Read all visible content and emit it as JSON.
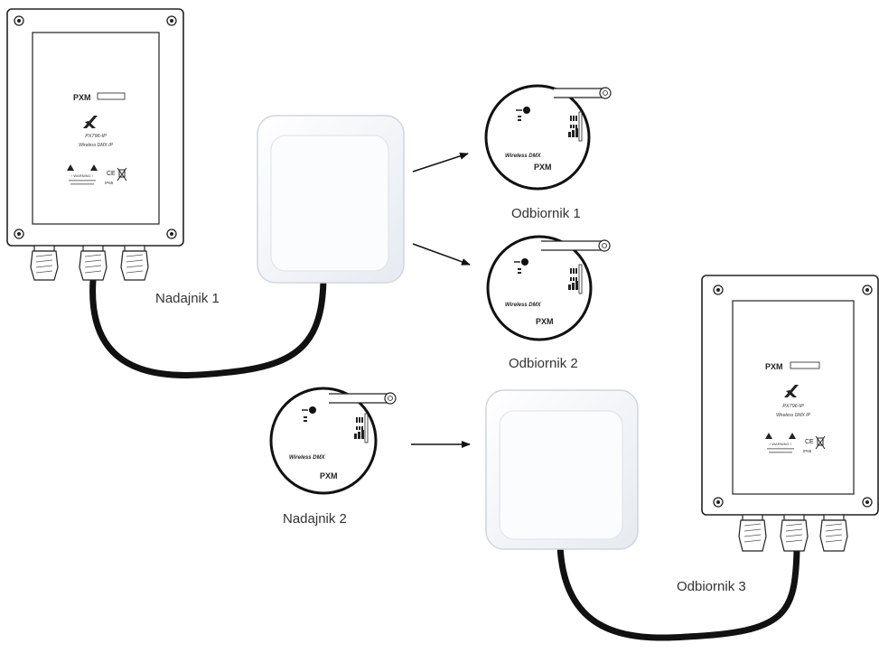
{
  "labels": {
    "nadajnik_1": "Nadajnik 1",
    "nadajnik_2": "Nadajnik 2",
    "odbiornik_1": "Odbiornik 1",
    "odbiornik_2": "Odbiornik 2",
    "odbiornik_3": "Odbiornik 3"
  },
  "device_box": {
    "brand": "PXM",
    "model": "PX796-IP",
    "subtitle": "Wireless DMX IP",
    "warning": "! WARNING !",
    "ce": "CE",
    "ip_rating": "IP65"
  },
  "receiver_module": {
    "brand": "PXM",
    "label": "Wireless DMX"
  },
  "colors": {
    "outline": "#222222",
    "cable": "#111111",
    "panel_fill": "#f3f6fa",
    "label_text": "#333333"
  }
}
